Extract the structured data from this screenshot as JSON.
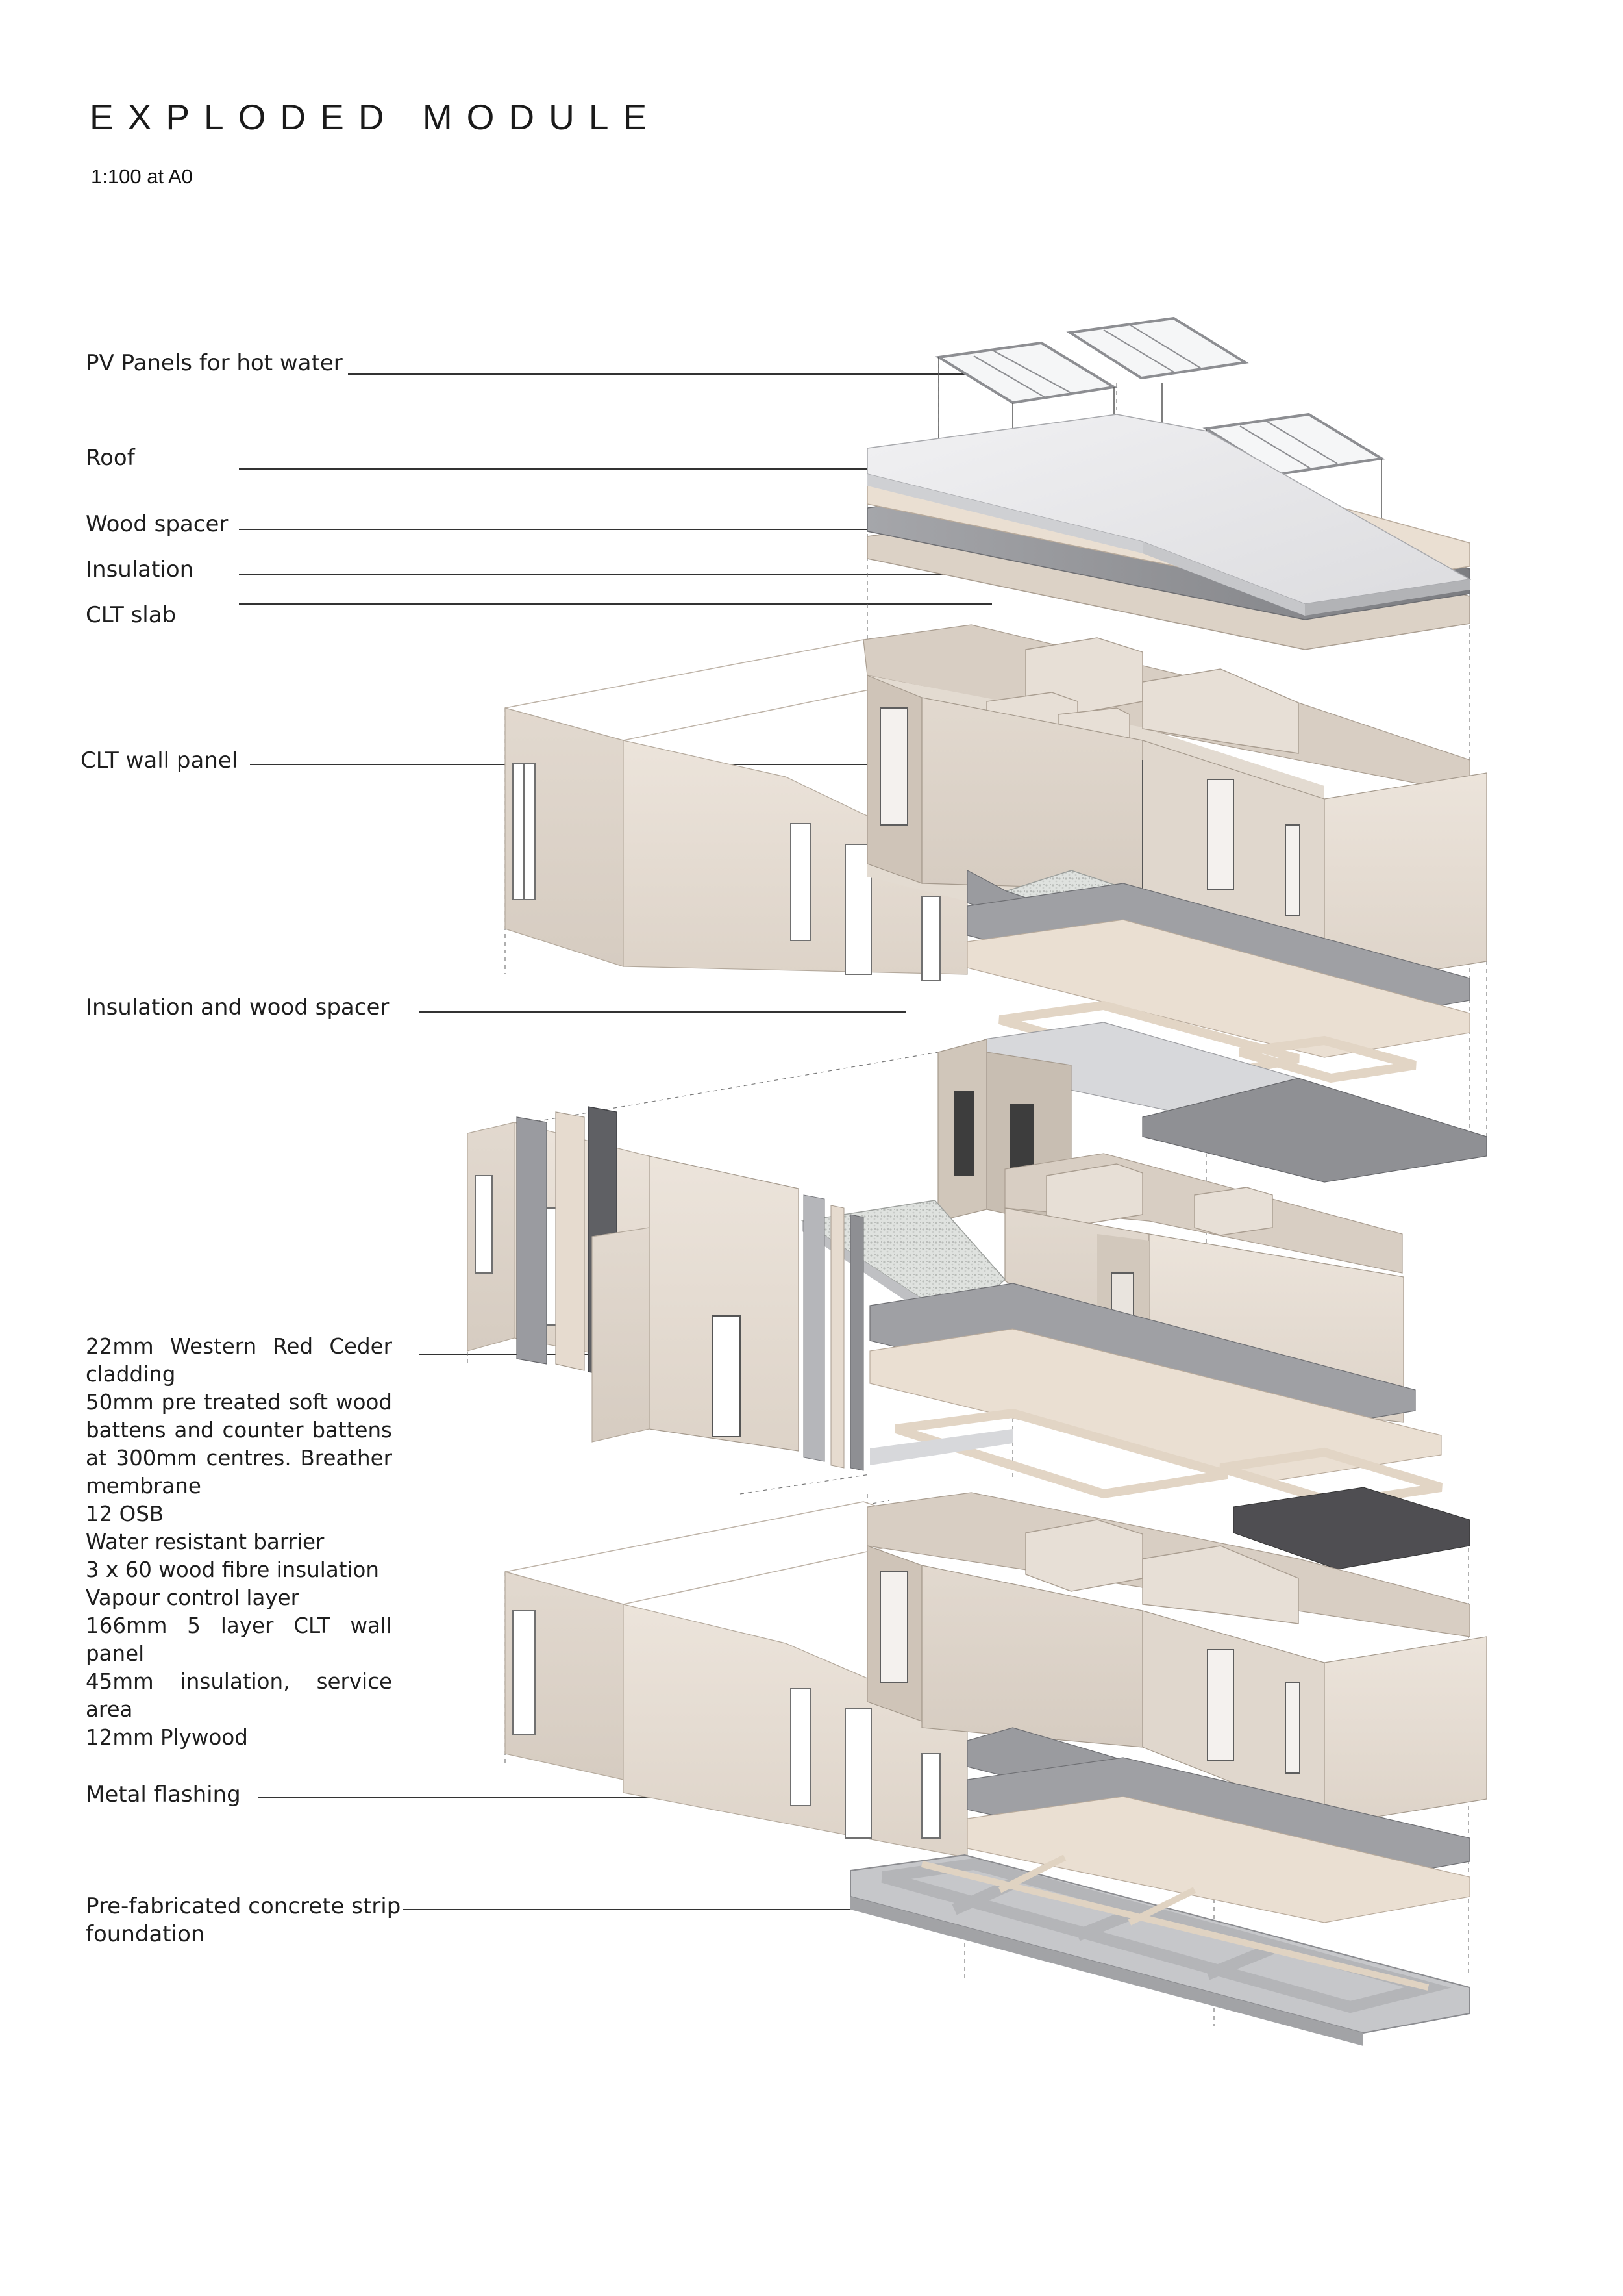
{
  "header": {
    "title": "EXPLODED MODULE",
    "scale": "1:100 at A0"
  },
  "labels": {
    "pv_panels": "PV Panels for hot water",
    "roof": "Roof",
    "wood_spacer": "Wood spacer",
    "insulation": "Insulation",
    "clt_slab": "CLT slab",
    "clt_wall_panel": "CLT wall panel",
    "insulation_wood_spacer": "Insulation and wood spacer",
    "metal_flashing": "Metal flashing",
    "foundation_line1": "Pre-fabricated concrete strip",
    "foundation_line2": "foundation"
  },
  "wall_spec": [
    "22mm Western Red Ceder",
    "cladding",
    "50mm pre treated soft wood",
    "battens and counter battens",
    "at 300mm centres. Breather",
    "membrane",
    "12 OSB",
    "Water resistant barrier",
    "3 x 60 wood fibre insulation",
    "Vapour control layer",
    "166mm 5 layer CLT wall panel",
    "45mm insulation, service",
    "area",
    "12mm Plywood"
  ],
  "colors": {
    "clt": "#e6ddd3",
    "clt_shade": "#d4c9bd",
    "roof": "#e9e9ec",
    "insulation": "#8e8f93",
    "spacer": "#eadfd2",
    "concrete": "#b9babd",
    "line": "#3a3a3a"
  }
}
